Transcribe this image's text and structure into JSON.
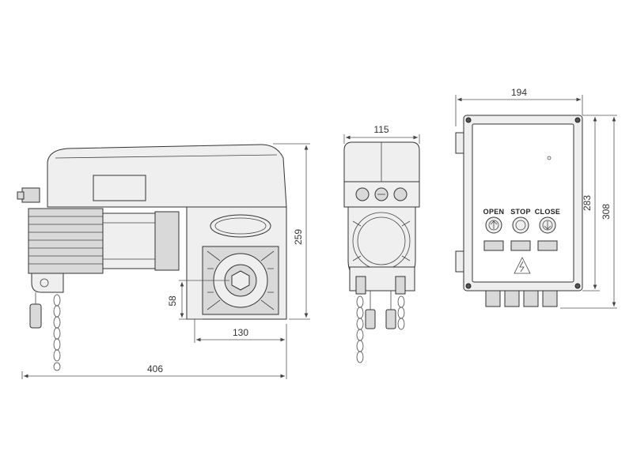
{
  "dimensions": {
    "overall_width": "406",
    "overall_height": "259",
    "shaft_offset_height": "58",
    "gearbox_width": "130",
    "front_view_width": "115",
    "control_box_width": "194",
    "control_box_height_inner": "283",
    "control_box_height_outer": "308"
  },
  "control_panel": {
    "buttons": [
      {
        "label": "OPEN",
        "icon": "arrow-up-icon"
      },
      {
        "label": "STOP",
        "icon": "stop-circle-icon"
      },
      {
        "label": "CLOSE",
        "icon": "arrow-down-icon"
      }
    ],
    "warning_icon": "electric-hazard-icon"
  }
}
